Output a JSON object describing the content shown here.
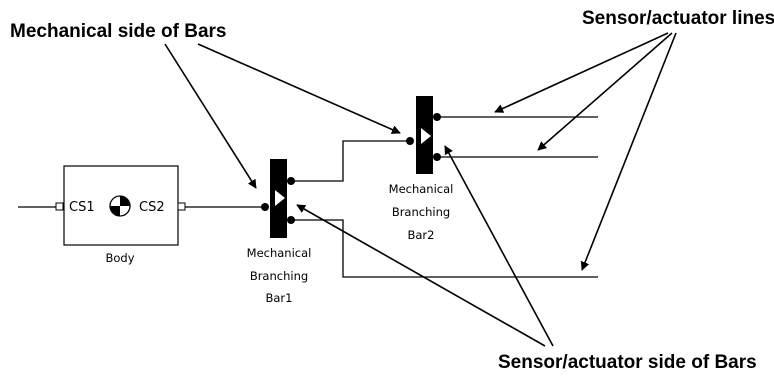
{
  "callouts": {
    "mechanical_side": "Mechanical side of Bars",
    "sensor_lines": "Sensor/actuator lines",
    "sensor_side": "Sensor/actuator side of Bars"
  },
  "body_block": {
    "cs1": "CS1",
    "cs2": "CS2",
    "label": "Body"
  },
  "bar1": {
    "label_line1": "Mechanical",
    "label_line2": "Branching",
    "label_line3": "Bar1"
  },
  "bar2": {
    "label_line1": "Mechanical",
    "label_line2": "Branching",
    "label_line3": "Bar2"
  }
}
